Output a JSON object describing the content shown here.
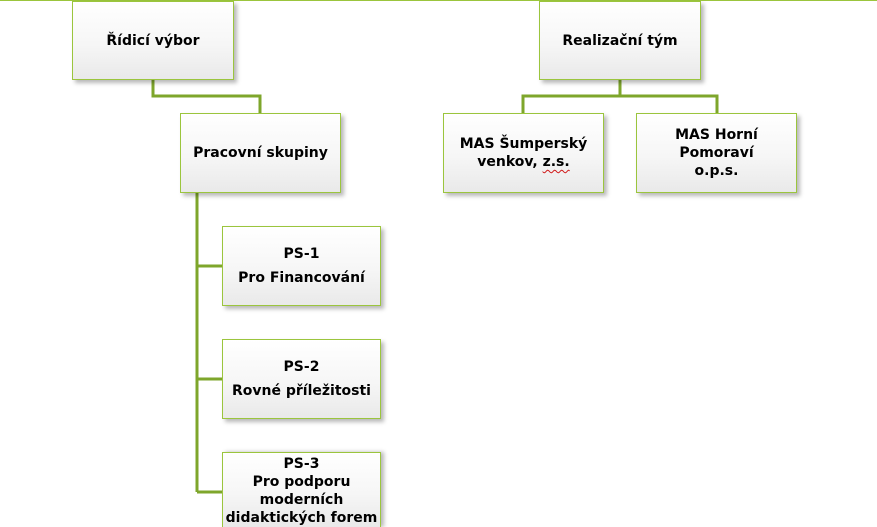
{
  "diagram": {
    "steering_committee": "Řídicí výbor",
    "working_groups": "Pracovní skupiny",
    "ps1_code": "PS-1",
    "ps1_name": "Pro Financování",
    "ps2_code": "PS-2",
    "ps2_name": "Rovné příležitosti",
    "ps3_code": "PS-3",
    "ps3_name_line1": "Pro podporu",
    "ps3_name_line2": "moderních",
    "ps3_name_line3": "didaktických forem",
    "implementation_team": "Realizační tým",
    "mas_sumpersky_line1": "MAS Šumperský",
    "mas_sumpersky_line2a": "venkov, ",
    "mas_sumpersky_line2b": "z.s.",
    "mas_horni_line1": "MAS Horní Pomoraví",
    "mas_horni_line2": "o.p.s."
  },
  "colors": {
    "border": "#9bc53d",
    "connector": "#7ea62b",
    "spellcheck_underline": "#d01818"
  }
}
